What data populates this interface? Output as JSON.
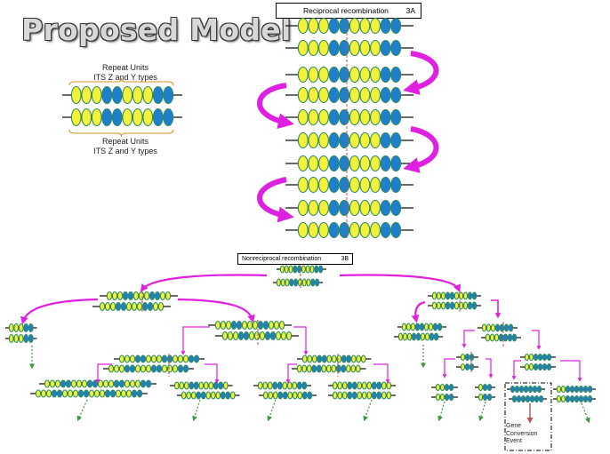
{
  "title": "Proposed Model",
  "legend": {
    "top_label_1": "Repeat Units",
    "top_label_2": "ITS Z and Y types",
    "bottom_label_1": "Repeat Units",
    "bottom_label_2": "ITS Z and Y types"
  },
  "panel_3a": {
    "title": "Reciprocal recombination",
    "tag": "3A"
  },
  "panel_3b": {
    "title": "Nonreciprocal recombination",
    "tag": "3B"
  },
  "gene_conversion": {
    "line1": "Gene",
    "line2": "Conversion",
    "line3": "Event"
  },
  "colors": {
    "yellow_unit": "#f2f23a",
    "blue_unit": "#1e7fd0",
    "unit_outline": "#2f8a5a",
    "arrow_magenta": "#e020e0",
    "green_dash": "#3c9a3c",
    "red_line": "#c0504d"
  }
}
